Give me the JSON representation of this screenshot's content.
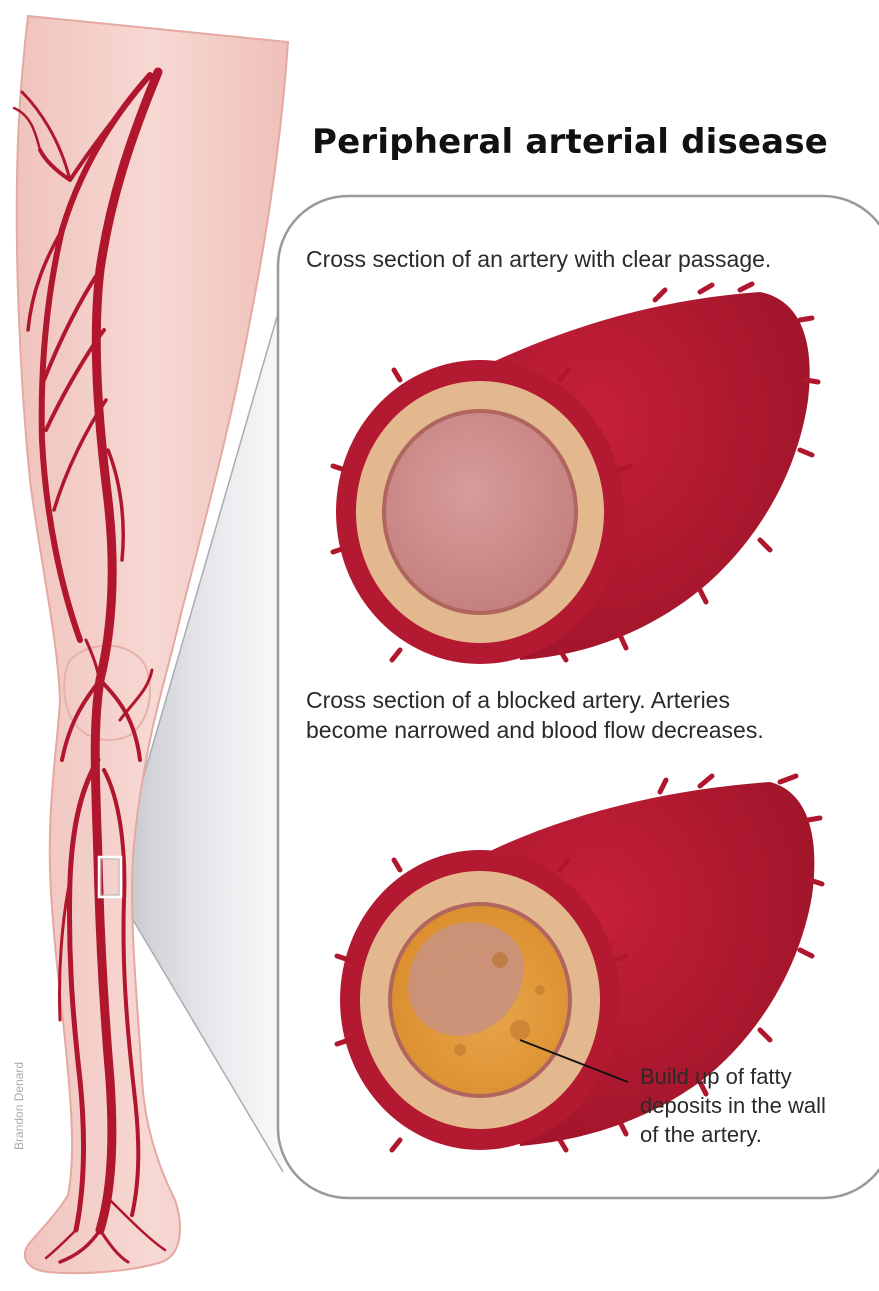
{
  "title": "Peripheral arterial disease",
  "captions": {
    "clear": "Cross section of an artery with clear passage.",
    "blocked_line1": "Cross section of a blocked artery. Arteries",
    "blocked_line2": "become narrowed and blood flow decreases.",
    "deposit_line1": "Build up of fatty",
    "deposit_line2": "deposits in the wall",
    "deposit_line3": "of the artery."
  },
  "credit": "Brandon Denard",
  "colors": {
    "artery_red": "#b0172e",
    "artery_dark": "#8e0f22",
    "skin": "#f3c9c3",
    "wall_tan": "#e3b88f",
    "lumen_clear": "#cd8d8b",
    "plaque_orange": "#e39a38",
    "panel_border": "#9a9a9a"
  },
  "icons": [
    "leg-illustration",
    "artery-clear-illustration",
    "artery-blocked-illustration",
    "magnifier-box-icon"
  ]
}
